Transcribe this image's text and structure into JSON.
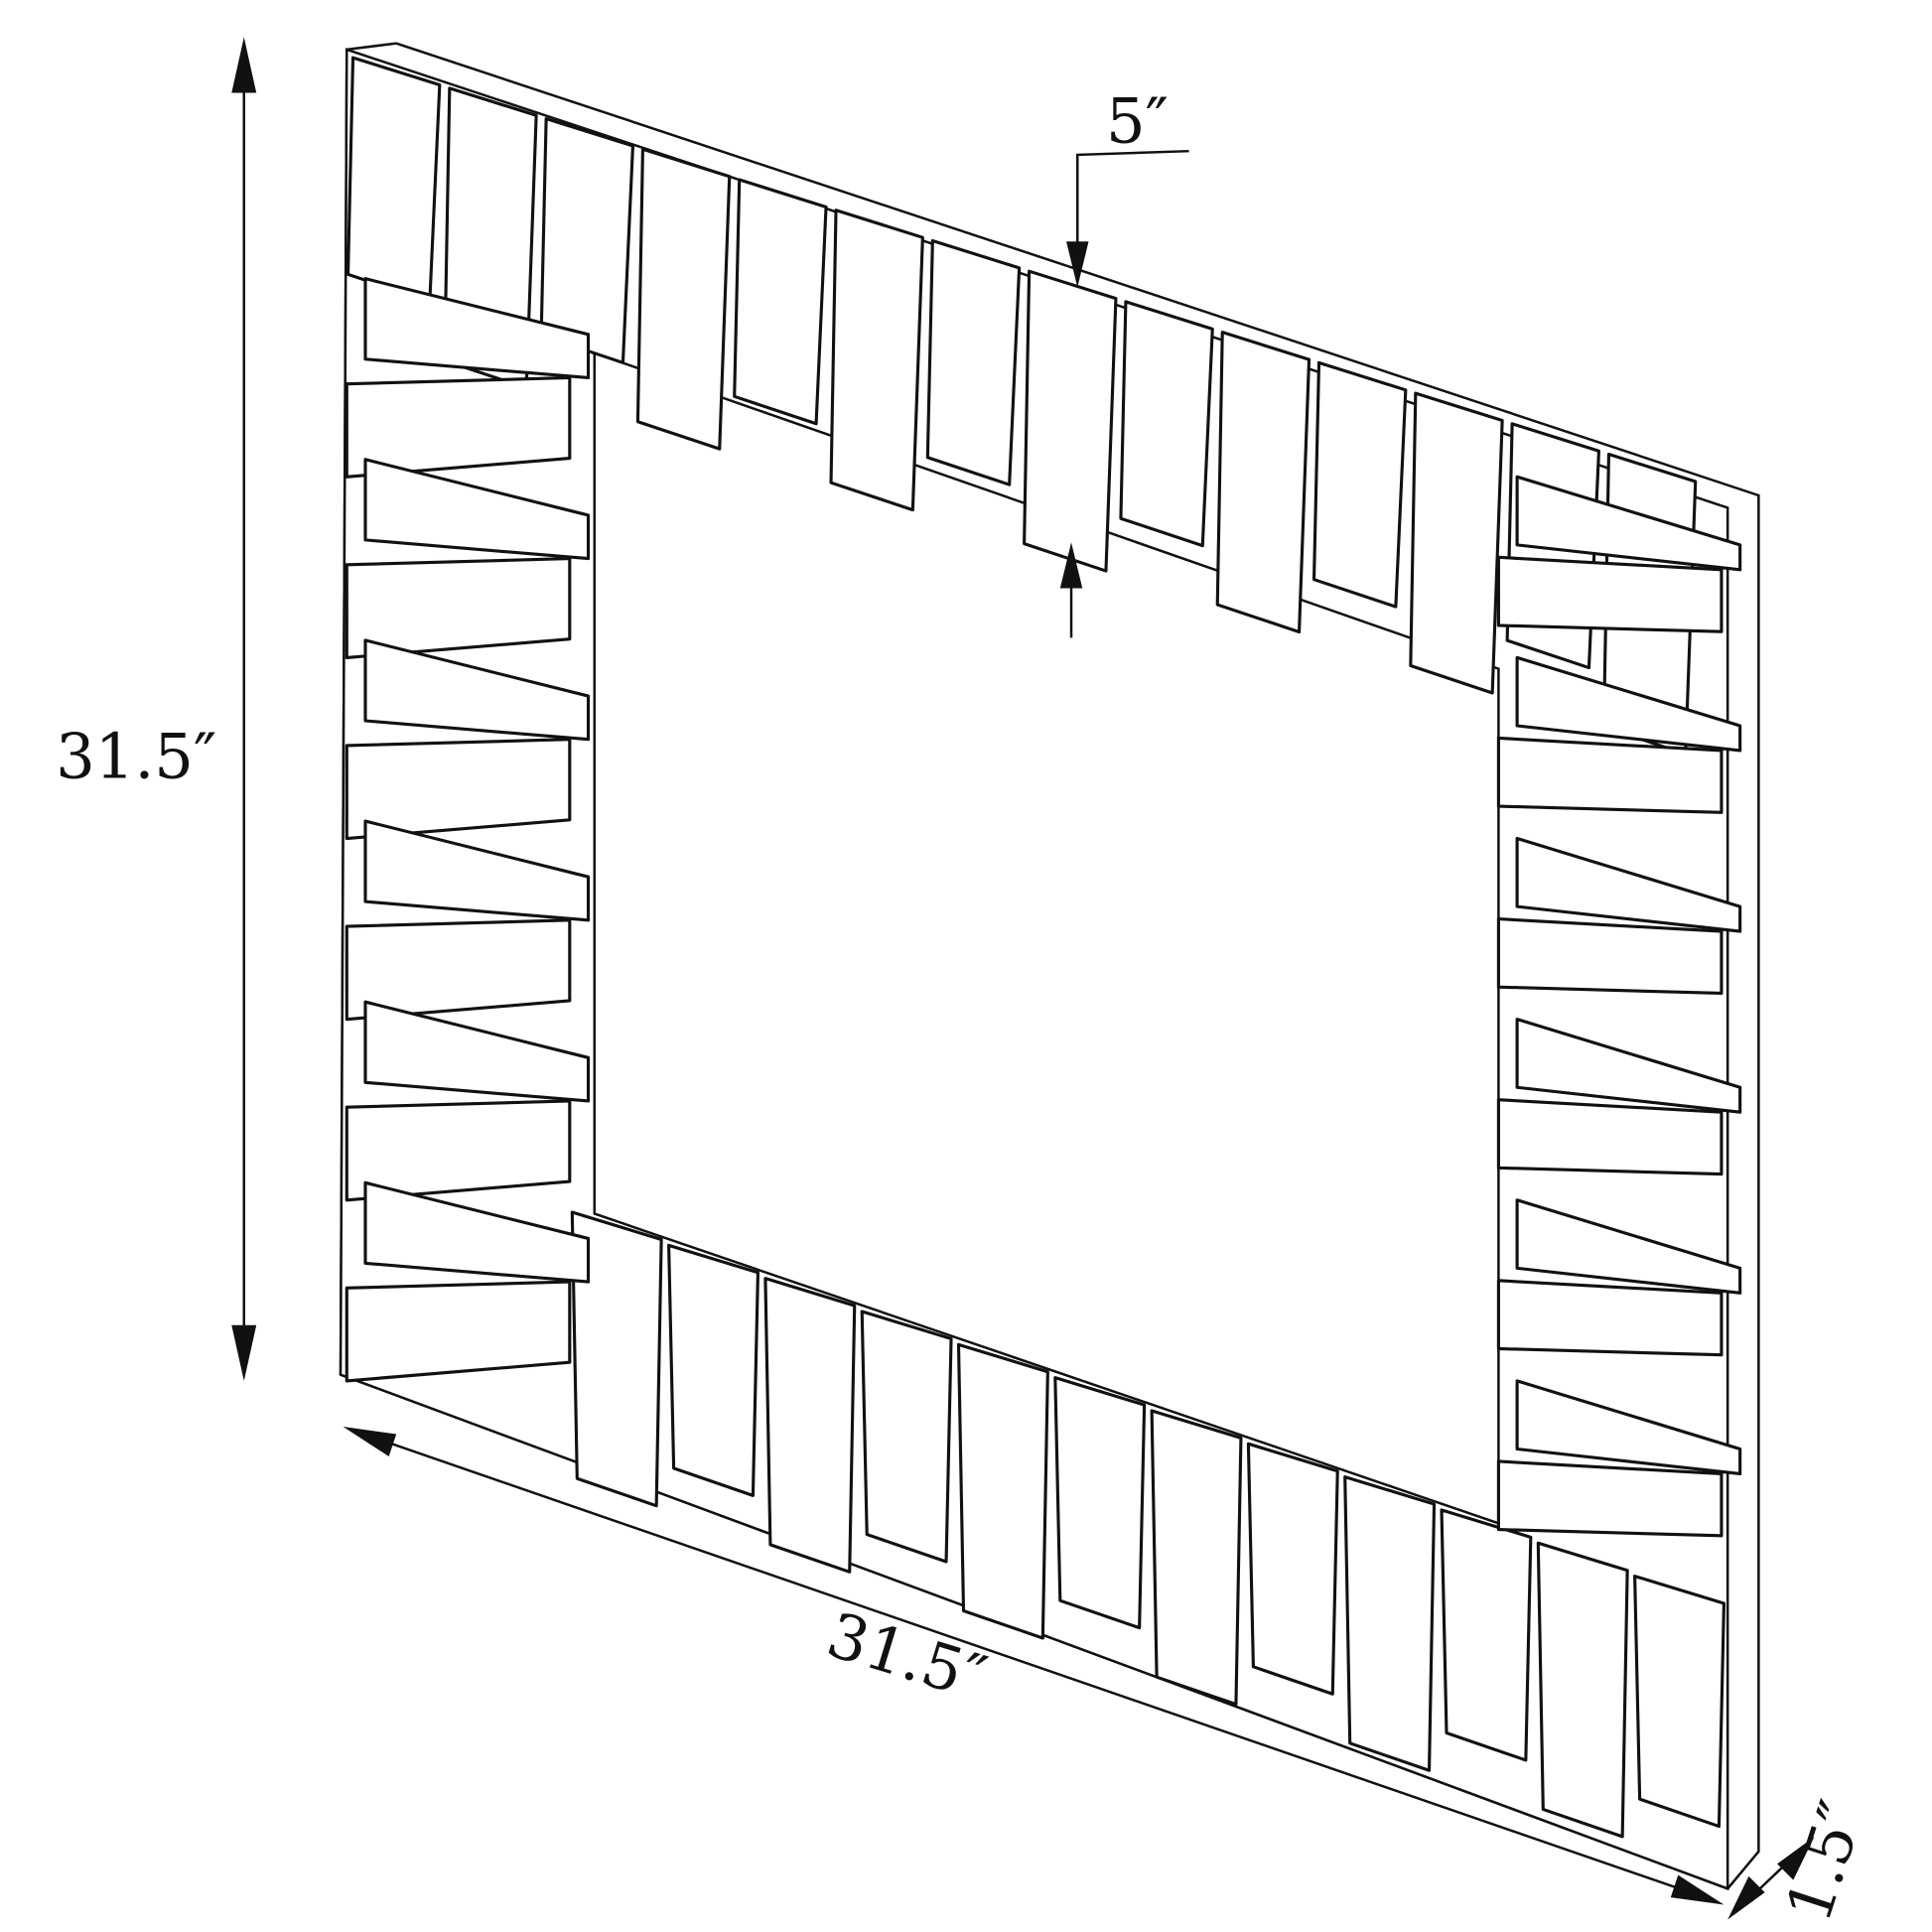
{
  "dimensions": {
    "height": "31.5″",
    "width": "31.5″",
    "depth": "1.5″",
    "frame_width": "5″"
  }
}
